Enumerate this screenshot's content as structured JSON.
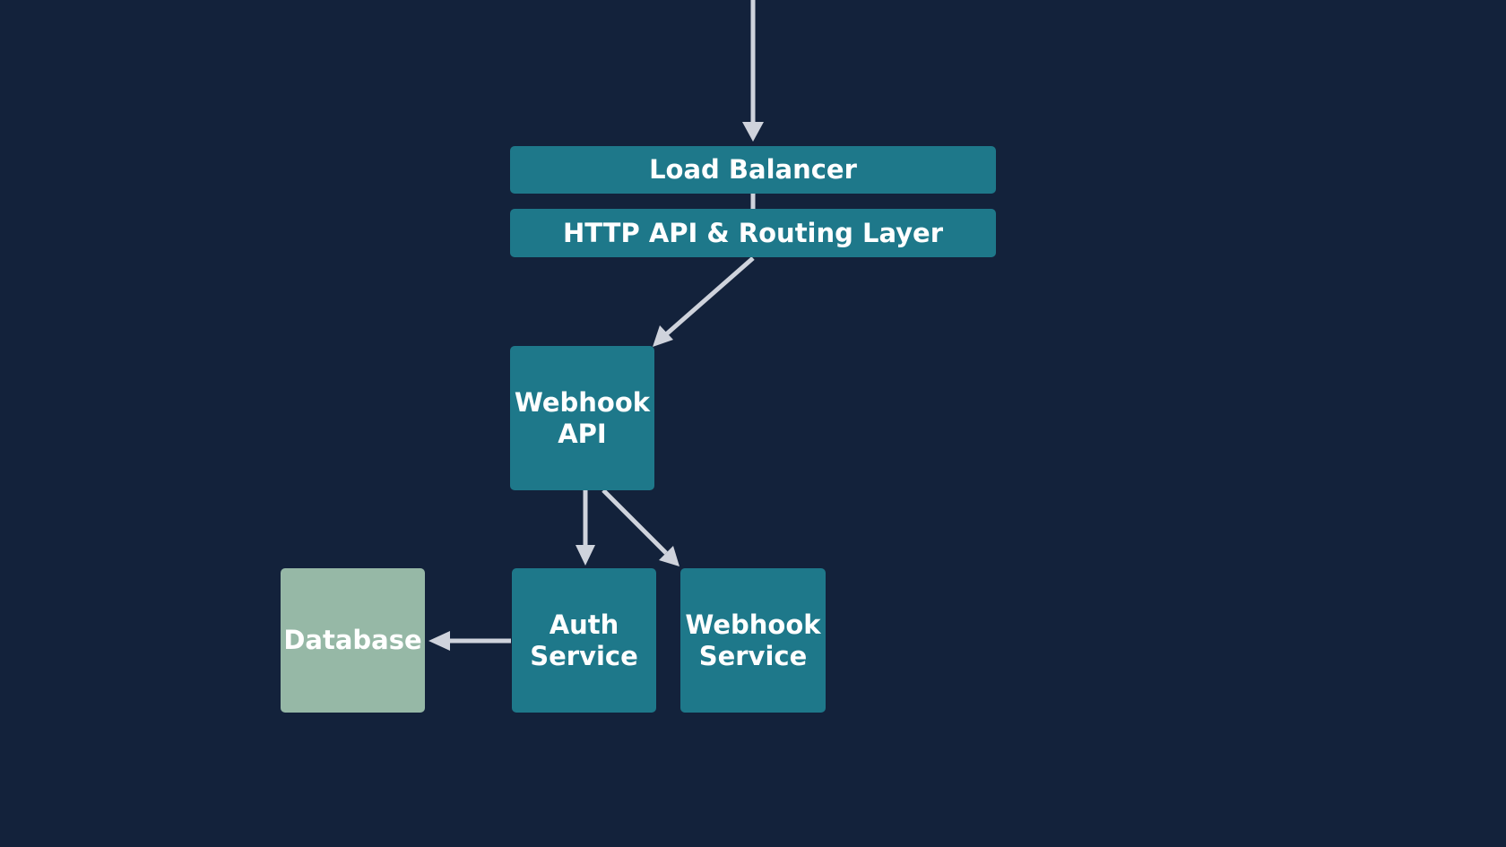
{
  "colors": {
    "background": "#13223b",
    "service": "#1e788a",
    "database": "#96b8a6",
    "arrow": "#cfd3dc"
  },
  "nodes": {
    "load_balancer": "Load Balancer",
    "routing_layer": "HTTP API & Routing Layer",
    "webhook_api": "Webhook\nAPI",
    "auth_service": "Auth\nService",
    "webhook_service": "Webhook\nService",
    "database": "Database"
  }
}
